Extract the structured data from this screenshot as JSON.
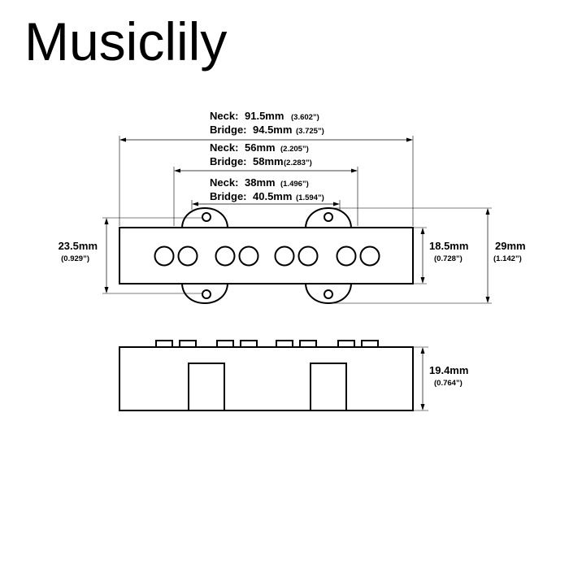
{
  "brand": "Musiclily",
  "dimensions": {
    "overall": {
      "neck": {
        "label": "Neck:",
        "value": "91.5mm",
        "imperial": "(3.602”)"
      },
      "bridge": {
        "label": "Bridge:",
        "value": "94.5mm",
        "imperial": "(3.725”)"
      }
    },
    "body": {
      "neck": {
        "label": "Neck:",
        "value": "56mm",
        "imperial": "(2.205”)"
      },
      "bridge": {
        "label": "Bridge:",
        "value": "58mm",
        "imperial": "(2.283”)"
      }
    },
    "mount": {
      "neck": {
        "label": "Neck:",
        "value": "38mm",
        "imperial": "(1.496”)"
      },
      "bridge": {
        "label": "Bridge:",
        "value": "40.5mm",
        "imperial": "(1.594”)"
      }
    },
    "left_height": {
      "value": "23.5mm",
      "imperial": "(0.929”)"
    },
    "inner_height": {
      "value": "18.5mm",
      "imperial": "(0.728”)"
    },
    "outer_height": {
      "value": "29mm",
      "imperial": "(1.142”)"
    },
    "side_height": {
      "value": "19.4mm",
      "imperial": "(0.764”)"
    }
  },
  "pole_count": 8
}
